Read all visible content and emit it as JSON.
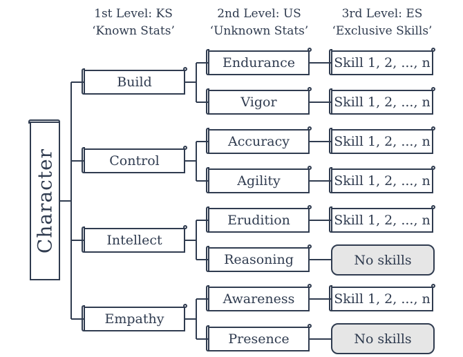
{
  "headers": [
    {
      "line1": "1st Level: KS",
      "line2": "‘Known Stats’"
    },
    {
      "line1": "2nd Level: US",
      "line2": "‘Unknown Stats’"
    },
    {
      "line1": "3rd Level: ES",
      "line2": "‘Exclusive Skills’"
    }
  ],
  "root": {
    "label": "Character"
  },
  "level1": [
    {
      "label": "Build"
    },
    {
      "label": "Control"
    },
    {
      "label": "Intellect"
    },
    {
      "label": "Empathy"
    }
  ],
  "level2": [
    {
      "label": "Endurance"
    },
    {
      "label": "Vigor"
    },
    {
      "label": "Accuracy"
    },
    {
      "label": "Agility"
    },
    {
      "label": "Erudition"
    },
    {
      "label": "Reasoning"
    },
    {
      "label": "Awareness"
    },
    {
      "label": "Presence"
    }
  ],
  "level3": [
    {
      "label": "Skill 1, 2, ..., n",
      "kind": "skills"
    },
    {
      "label": "Skill 1, 2, ..., n",
      "kind": "skills"
    },
    {
      "label": "Skill 1, 2, ..., n",
      "kind": "skills"
    },
    {
      "label": "Skill 1, 2, ..., n",
      "kind": "skills"
    },
    {
      "label": "Skill 1, 2, ..., n",
      "kind": "skills"
    },
    {
      "label": "No skills",
      "kind": "none"
    },
    {
      "label": "Skill 1, 2, ..., n",
      "kind": "skills"
    },
    {
      "label": "No skills",
      "kind": "none"
    }
  ],
  "colors": {
    "line": "#2f3b4f",
    "none_fill": "#e6e6e6"
  }
}
